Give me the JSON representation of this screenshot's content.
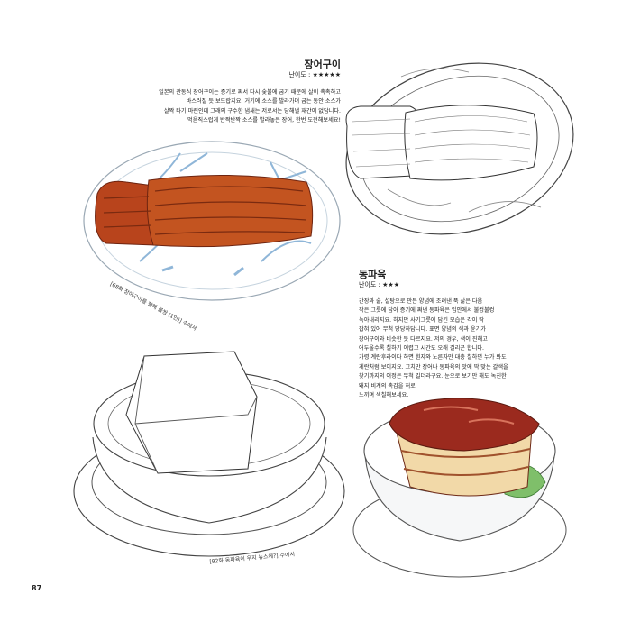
{
  "eel": {
    "title": "장어구이",
    "difficulty_label": "난이도 :",
    "difficulty_stars": "★★★★★",
    "body": "일본의 관동식 장어구이는 증기로 쪄서 다시 숯불에 굽기 때문에 살이 촉촉하고\n바스러질 듯 보드랍지요. 거기에 소스를 발라가며 굽는 동안 소스가\n살짝 타기 마련인데 그래의 구수한 냄새는 저로서는 당해낼 재간이 없답니다.\n먹음직스럽게 반짝반짝 소스를 발라놓은 장어, 한번 도전해보세요!",
    "caption": "[68화 장어구이를 향해 불쌍 (1인)] 수에서"
  },
  "pork": {
    "title": "동파육",
    "difficulty_label": "난이도 :",
    "difficulty_stars": "★★★",
    "body": "간장과 술, 설탕으로 만든 양념에 조려낸 푹 삶은 다음\n작은 그릇에 담아 증기에 쪄낸 동파육은 입안에서 불컹불컹\n녹아내리지요. 하지만 사기그릇에 담긴 모습은 각이 딱\n잡혀 있어 무척 당당하답니다. 표면 양념의 색과 윤기가\n장어구이와 비슷한 듯 다르지요. 저의 경우, 색이 진해고\n어두울수록 칠하기 어렵고 시간도 오래 걸리곤 합니다.\n가령 계란후라이다 하면 흰자와 노른자만 대충 칠하면 누가 봐도\n계란처럼 보이지요. 그치만 장어나 동파육의 맛에 딱 맞는 갈색을\n찾기까지의 여정은 무척 길더라구요. 눈으로 보기만 해도 녹진한\n돼지 비계의 촉감을 허로\n느끼며 색칠해보세요.",
    "caption": "[92화 동파육이 우지 뉴스에?] 수에서"
  },
  "page_number": "87",
  "colors": {
    "plate_blue": "#8fb6d8",
    "sauce_dark": "#7a2a10",
    "sauce_light": "#c9521f",
    "pork_top": "#9b2a1e",
    "pork_fat": "#f2d9a8",
    "greens": "#7fbf6a"
  }
}
